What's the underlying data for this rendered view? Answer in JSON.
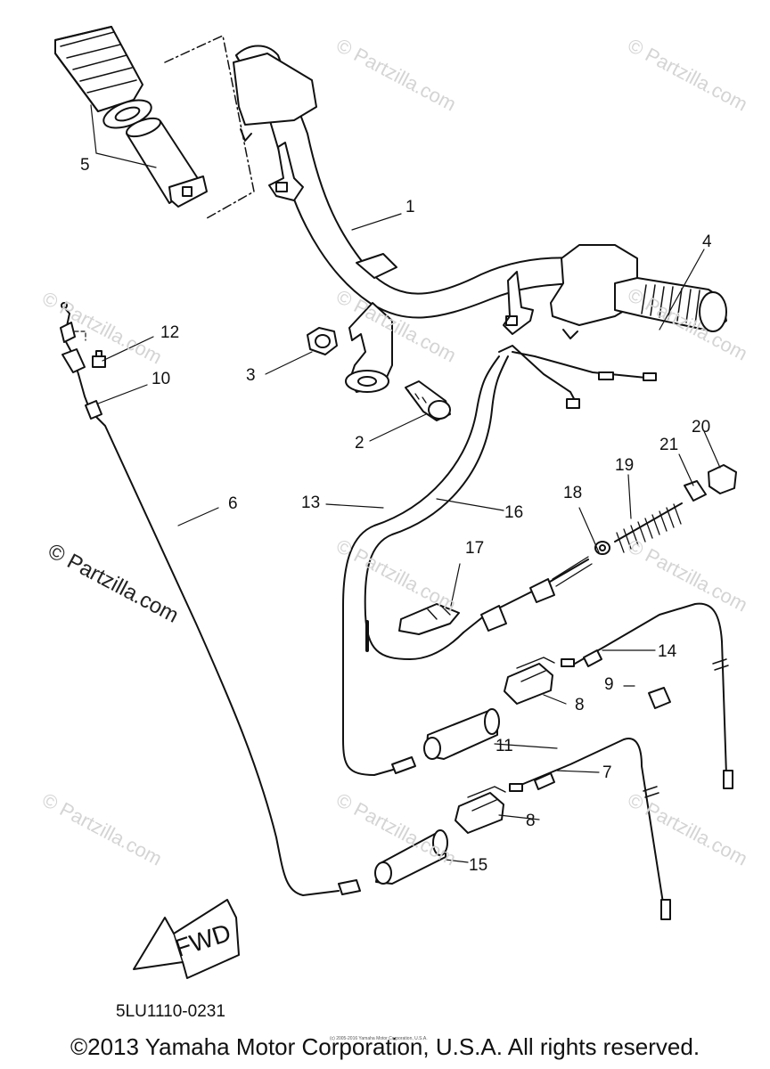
{
  "diagram_code": "5LU1110-0231",
  "copyright": "©2013 Yamaha Motor Corporation, U.S.A. All rights reserved.",
  "fine_print": "(c) 2005-2016 Yamaha Motor Corporation, U.S.A.",
  "fwd_label": "FWD",
  "watermark_text": "© Partzilla.com",
  "watermark_dark_text": "© Partzilla.com",
  "callouts": {
    "c1": "1",
    "c2": "2",
    "c3": "3",
    "c4": "4",
    "c5": "5",
    "c6": "6",
    "c7": "7",
    "c8a": "8",
    "c8b": "8",
    "c9": "9",
    "c10": "10",
    "c11": "11",
    "c12": "12",
    "c13": "13",
    "c14": "14",
    "c15": "15",
    "c16": "16",
    "c17": "17",
    "c18": "18",
    "c19": "19",
    "c20": "20",
    "c21": "21"
  }
}
